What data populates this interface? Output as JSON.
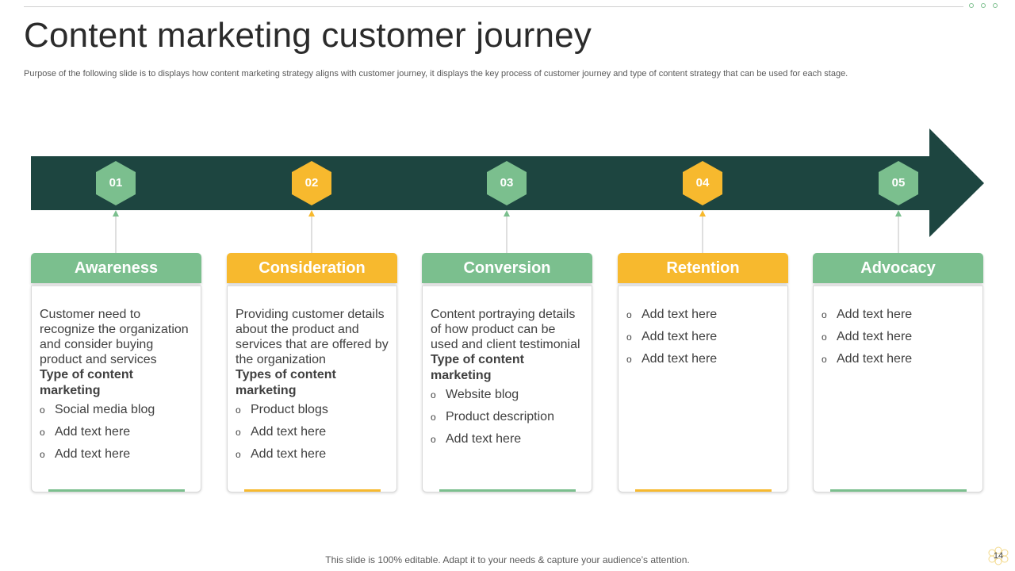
{
  "header": {
    "title": "Content marketing customer journey",
    "subtitle": "Purpose of the following slide is to displays how content marketing strategy aligns with customer journey, it displays the key process of customer journey and type of content strategy that can be used for each stage."
  },
  "colors": {
    "green": "#7bbf8e",
    "yellow": "#f7b92e",
    "dark": "#1d4540"
  },
  "stages": [
    {
      "number": "01",
      "title": "Awareness",
      "color": "green",
      "description": "Customer need to recognize the organization and consider buying product and services",
      "type_title": "Type of content marketing",
      "items": [
        "Social media blog",
        "Add text here",
        "Add text here"
      ]
    },
    {
      "number": "02",
      "title": "Consideration",
      "color": "yellow",
      "description": "Providing customer details about the product and services that are offered by the organization",
      "type_title": "Types of content marketing",
      "items": [
        "Product blogs",
        "Add text here",
        "Add text here"
      ]
    },
    {
      "number": "03",
      "title": "Conversion",
      "color": "green",
      "description": "Content portraying details of how product can be used and client testimonial",
      "type_title": "Type of content marketing",
      "items": [
        "Website blog",
        "Product description",
        "Add text here"
      ]
    },
    {
      "number": "04",
      "title": "Retention",
      "color": "yellow",
      "items": [
        "Add text here",
        "Add text here",
        "Add text here"
      ]
    },
    {
      "number": "05",
      "title": "Advocacy",
      "color": "green",
      "items": [
        "Add text here",
        "Add text here",
        "Add text here"
      ]
    }
  ],
  "bullet_glyph": "o",
  "footer": {
    "note": "This slide is 100% editable. Adapt it to your needs & capture your audience’s attention.",
    "page_number": "14"
  }
}
